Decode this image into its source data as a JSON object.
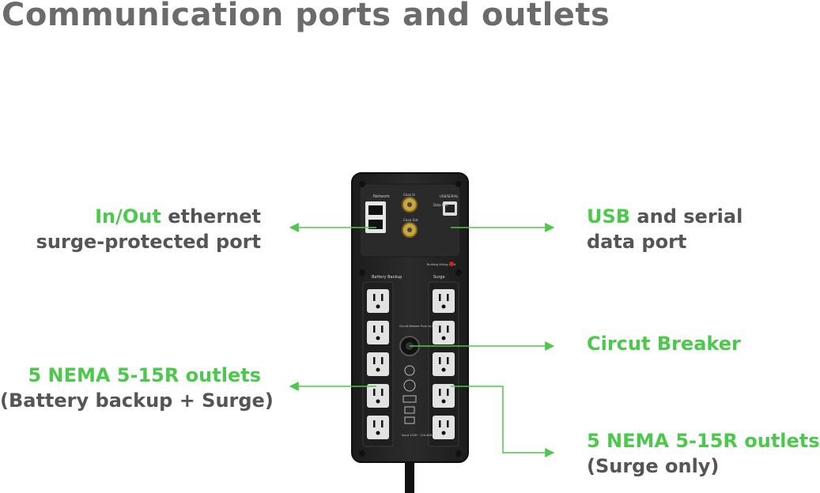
{
  "title": "Communication ports and outlets",
  "colors": {
    "title": "#6b6b6b",
    "text": "#555555",
    "accent": "#4cc94c",
    "device": "#262626"
  },
  "device": {
    "icons": [
      "ups-device",
      "ethernet-port",
      "coax-port",
      "usb-port",
      "circuit-breaker-button",
      "power-cord"
    ],
    "labels": {
      "network": "Network",
      "coax_in": "Coax In",
      "coax_out": "Coax Out",
      "usb_serial": "USB/SERIAL",
      "data_port": "Data Port",
      "building_wiring_fault": "Building Wiring Fault",
      "battery_backup": "Battery Backup",
      "surge": "Surge",
      "circuit_breaker": "Circuit Breaker Push to Reset",
      "input": "Input 120V~ 12A 60Hz"
    }
  },
  "callouts": {
    "ethernet": {
      "highlight": "In/Out",
      "rest": " ethernet",
      "line2": "surge-protected port"
    },
    "usb": {
      "highlight": "USB",
      "rest": " and serial",
      "line2": "data port"
    },
    "breaker": {
      "highlight": "Circut Breaker"
    },
    "battery_outlets": {
      "highlight": "5 NEMA 5-15R outlets",
      "line2": "(Battery backup + Surge)"
    },
    "surge_outlets": {
      "highlight": "5 NEMA 5-15R outlets",
      "line2": "(Surge only)"
    }
  }
}
